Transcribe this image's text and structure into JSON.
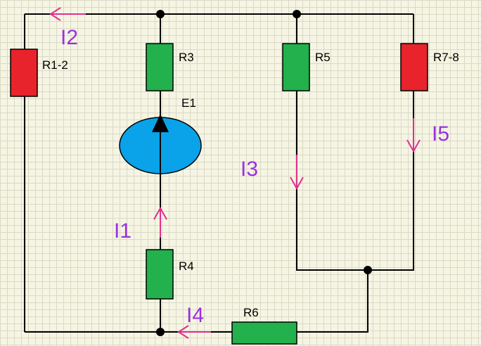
{
  "colors": {
    "wire": "#000000",
    "resistor_red": "#e8232b",
    "resistor_green": "#22b14c",
    "source_fill": "#0aa2e8",
    "arrow": "#e0308c",
    "current_label": "#9b30e0"
  },
  "components": {
    "r12": "R1-2",
    "r3": "R3",
    "r4": "R4",
    "r5": "R5",
    "r6": "R6",
    "r78": "R7-8",
    "e1": "E1"
  },
  "currents": {
    "i1": "I1",
    "i2": "I2",
    "i3": "I3",
    "i4": "I4",
    "i5": "I5"
  }
}
